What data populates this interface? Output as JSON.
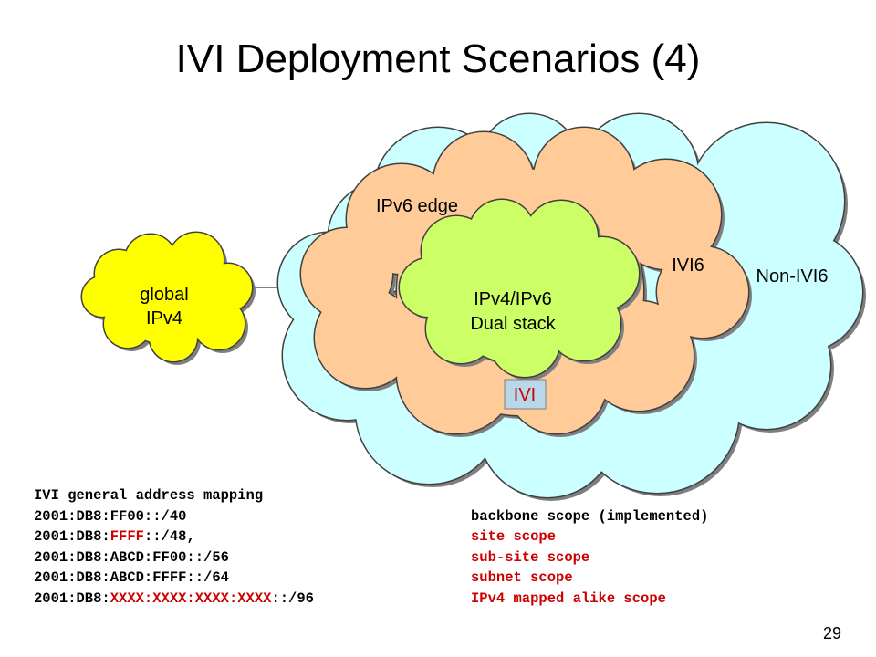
{
  "slide": {
    "title": "IVI Deployment Scenarios (4)",
    "page_number": "29"
  },
  "diagram": {
    "clouds": {
      "global": [
        "global",
        "IPv4"
      ],
      "non_ivi6": "Non-IVI6",
      "ivi6": "IVI6",
      "ipv6_edge": "IPv6 edge",
      "dual_stack": [
        "IPv4/IPv6",
        "Dual stack"
      ]
    },
    "ivi_box": "IVI",
    "colors": {
      "outer_cloud": "#ccffff",
      "orange_cloud": "#ffcc99",
      "green_cloud": "#ccff66",
      "global_cloud": "#ffff00",
      "ivi_box": "#b8d8ea",
      "red_text": "#cc0000"
    }
  },
  "mapping": {
    "heading": "IVI general address mapping",
    "rows": [
      {
        "prefix": [
          "2001:DB8:FF00::/40"
        ],
        "scope": "backbone scope (implemented)",
        "scope_color": "black"
      },
      {
        "prefix": [
          "2001:DB8:",
          "FFFF",
          "::/48,"
        ],
        "scope": "site scope",
        "scope_color": "red"
      },
      {
        "prefix": [
          "2001:DB8:ABCD:FF00::/56"
        ],
        "scope": "sub-site scope",
        "scope_color": "red"
      },
      {
        "prefix": [
          "2001:DB8:ABCD:FFFF::/64"
        ],
        "scope": "subnet scope",
        "scope_color": "red"
      },
      {
        "prefix": [
          "2001:DB8:",
          "XXXX:XXXX:XXXX:XXXX",
          "::/96"
        ],
        "scope": "IPv4 mapped alike scope",
        "scope_color": "red"
      }
    ]
  }
}
